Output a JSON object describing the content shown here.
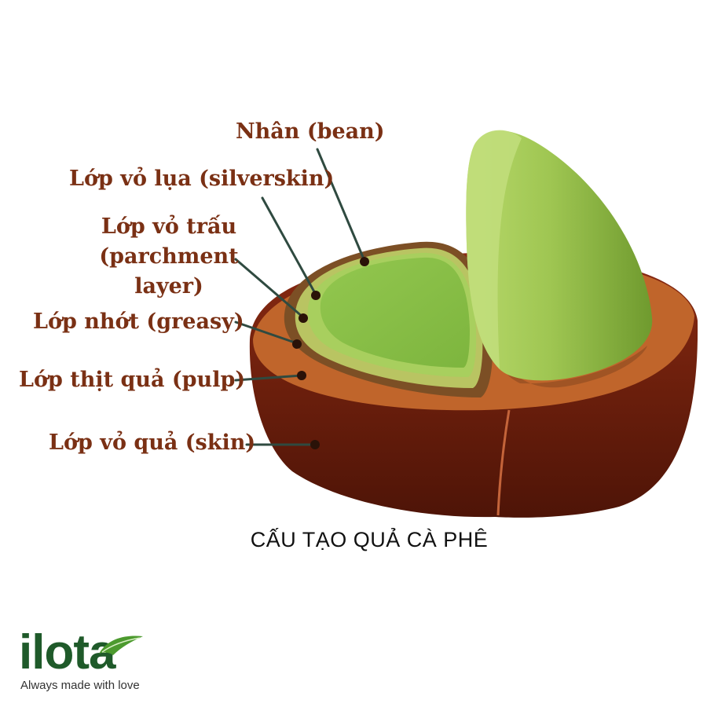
{
  "colors": {
    "label": "#7a3014",
    "skin": "#6b1d0d",
    "pulp": "#c0652b",
    "greasy": "#8a5a2c",
    "parchment": "#b9c462",
    "bean": "#8cc04a",
    "bean_dark": "#6f9a2e",
    "logo_green": "#1f5a2a"
  },
  "labels": [
    {
      "id": "bean",
      "text": "Nhân (bean)"
    },
    {
      "id": "silverskin",
      "text": "Lớp vỏ lụa (silverskin)"
    },
    {
      "id": "parchment",
      "text": "Lớp vỏ trấu\n(parchment layer)"
    },
    {
      "id": "greasy",
      "text": "Lớp nhớt (greasy)"
    },
    {
      "id": "pulp",
      "text": "Lớp thịt quả (pulp)"
    },
    {
      "id": "skin",
      "text": "Lớp vỏ quả (skin)"
    }
  ],
  "caption": "CẤU TẠO QUẢ CÀ PHÊ",
  "logo": {
    "wordmark": "ilota",
    "tagline": "Always made with love",
    "icon": "leaf-icon"
  }
}
